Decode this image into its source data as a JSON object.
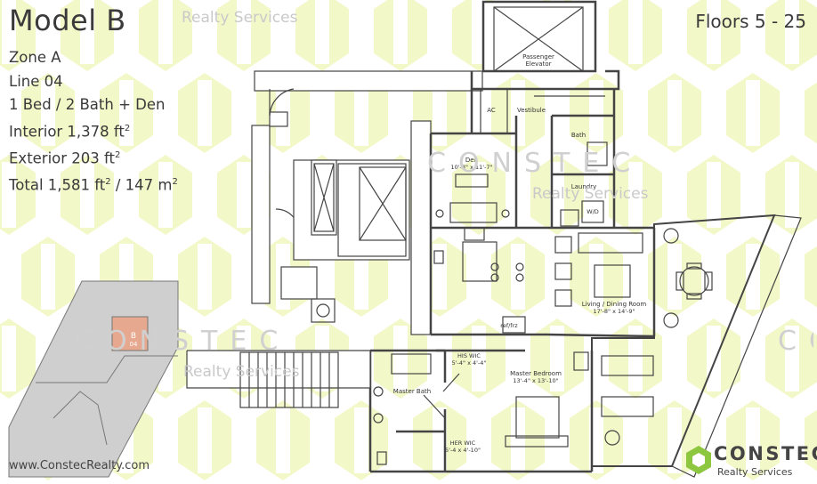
{
  "plan": {
    "model": "Model B",
    "floors": "Floors 5 - 25",
    "zone": "Zone A",
    "line": "Line 04",
    "beds": "1 Bed / 2 Bath + Den",
    "interior_label": "Interior 1,378 ft",
    "exterior_label": "Exterior 203 ft",
    "total_label": "Total 1,581 ft",
    "total_metric": " / 147 m",
    "sq_exp": "2"
  },
  "watermark": {
    "realty": "Realty Services",
    "constec": "CONSTEC"
  },
  "rooms": {
    "elevator": "Passenger",
    "elevator2": "Elevator",
    "ac": "AC",
    "vestibule": "Vestibule",
    "bath": "Bath",
    "den": "Den",
    "den_dim": "10'-3\" x 11'-7\"",
    "laundry": "Laundry",
    "wd": "W/D",
    "living": "Living / Dining Room",
    "living_dim": "17'-8\" x 14'-9\"",
    "fridge": "ref/frz",
    "his_wic": "HIS WIC",
    "his_dim": "5'-4\" x 4'-4\"",
    "master_bath": "Master Bath",
    "master_bed": "Master Bedroom",
    "master_dim": "13'-4\" x 13'-10\"",
    "her_wic": "HER WIC",
    "her_dim": "5'-4 x 4'-10\""
  },
  "keyplan": {
    "unit": "B",
    "line": "04"
  },
  "footer": {
    "website": "www.ConstecRealty.com",
    "brand": "CONSTEC",
    "brand_sub": "Realty Services"
  },
  "colors": {
    "pattern": "#f3f8c8",
    "keyplan_fill": "#cfcfcf",
    "unit_highlight": "#e6a88e",
    "logo_green": "#8dc63f"
  }
}
